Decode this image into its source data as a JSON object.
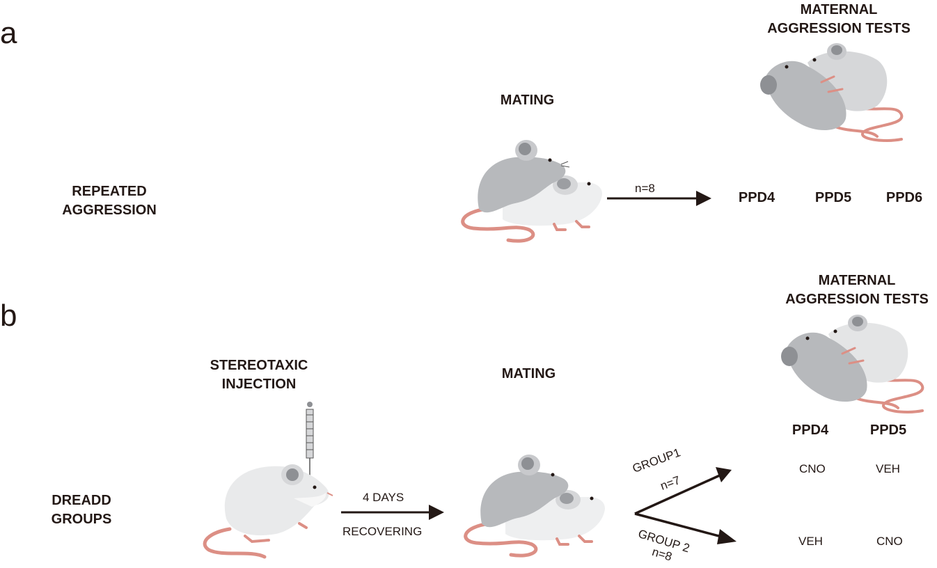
{
  "panel_a": {
    "label": "a",
    "row_label_1": "REPEATED",
    "row_label_2": "AGGRESSION",
    "mating": "MATING",
    "arrow_label": "n=8",
    "tests_title_1": "MATERNAL",
    "tests_title_2": "AGGRESSION TESTS",
    "days": [
      "PPD4",
      "PPD5",
      "PPD6"
    ]
  },
  "panel_b": {
    "label": "b",
    "row_label_1": "DREADD",
    "row_label_2": "GROUPS",
    "injection_1": "STEREOTAXIC",
    "injection_2": "INJECTION",
    "arrow_top": "4 DAYS",
    "arrow_bottom": "RECOVERING",
    "mating": "MATING",
    "group1_name": "GROUP1",
    "group1_n": "n=7",
    "group2_name": "GROUP 2",
    "group2_n": "n=8",
    "tests_title_1": "MATERNAL",
    "tests_title_2": "AGGRESSION TESTS",
    "days": [
      "PPD4",
      "PPD5"
    ],
    "group1_treatment": [
      "CNO",
      "VEH"
    ],
    "group2_treatment": [
      "VEH",
      "CNO"
    ]
  },
  "colors": {
    "text": "#231815",
    "mouse_dark": "#b7b9bc",
    "mouse_light": "#d6d7d9",
    "mouse_white": "#f2f2f3",
    "ear_inner": "#8e9094",
    "tail_pink": "#dc8f85"
  }
}
